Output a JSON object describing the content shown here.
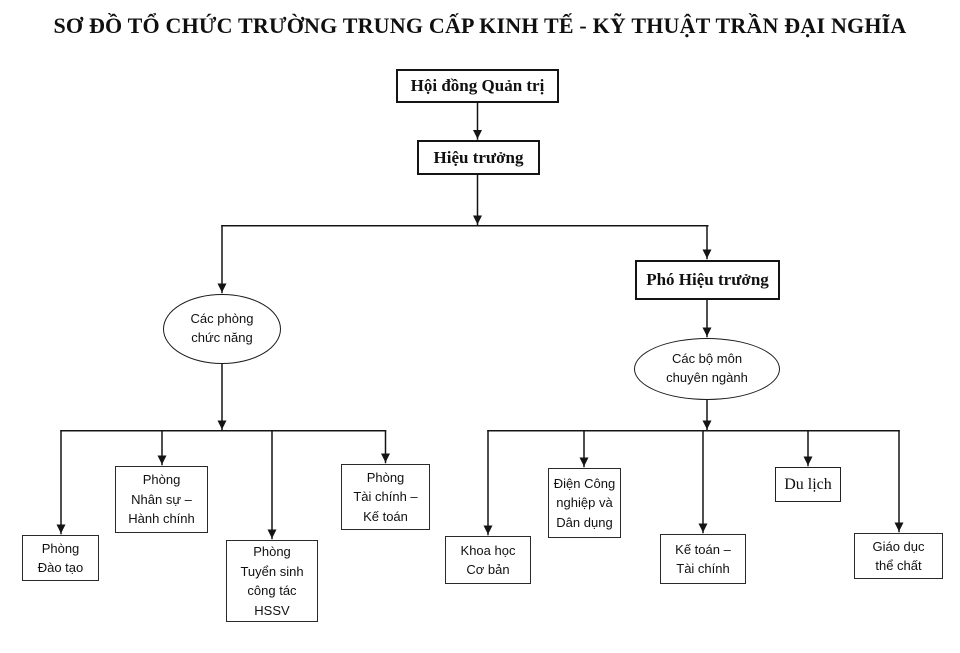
{
  "title": "SƠ ĐỒ TỔ CHỨC TRƯỜNG TRUNG CẤP KINH TẾ - KỸ THUẬT TRẦN ĐẠI NGHĨA",
  "nodes": {
    "hoi_dong_quan_tri": {
      "label": "Hội đồng Quản trị"
    },
    "hieu_truong": {
      "label": "Hiệu trưởng"
    },
    "pho_hieu_truong": {
      "label": "Phó Hiệu trưởng"
    },
    "cac_phong_chuc_nang": {
      "label": "Các phòng\nchức năng"
    },
    "cac_bo_mon_chuyen_nganh": {
      "label": "Các bộ môn\nchuyên ngành"
    },
    "phong_dao_tao": {
      "label": "Phòng\nĐào tạo"
    },
    "phong_nhan_su_hanh_chinh": {
      "label": "Phòng\nNhân sự –\nHành chính"
    },
    "phong_tuyen_sinh_hssv": {
      "label": "Phòng\nTuyển sinh\ncông tác\nHSSV"
    },
    "phong_tai_chinh_ke_toan": {
      "label": "Phòng\nTài chính –\nKế toán"
    },
    "khoa_hoc_co_ban": {
      "label": "Khoa học\nCơ bản"
    },
    "dien_cong_nghiep_dan_dung": {
      "label": "Điện Công\nnghiệp và\nDân dụng"
    },
    "ke_toan_tai_chinh": {
      "label": "Kế toán –\nTài chính"
    },
    "du_lich": {
      "label": "Du lịch"
    },
    "giao_duc_the_chat": {
      "label": "Giáo dục\nthể chất"
    }
  },
  "edges": [
    {
      "from": "hoi_dong_quan_tri",
      "to": "hieu_truong"
    },
    {
      "from": "hieu_truong",
      "to": "cac_phong_chuc_nang"
    },
    {
      "from": "hieu_truong",
      "to": "pho_hieu_truong"
    },
    {
      "from": "pho_hieu_truong",
      "to": "cac_bo_mon_chuyen_nganh"
    },
    {
      "from": "cac_phong_chuc_nang",
      "to": "phong_dao_tao"
    },
    {
      "from": "cac_phong_chuc_nang",
      "to": "phong_nhan_su_hanh_chinh"
    },
    {
      "from": "cac_phong_chuc_nang",
      "to": "phong_tuyen_sinh_hssv"
    },
    {
      "from": "cac_phong_chuc_nang",
      "to": "phong_tai_chinh_ke_toan"
    },
    {
      "from": "cac_bo_mon_chuyen_nganh",
      "to": "khoa_hoc_co_ban"
    },
    {
      "from": "cac_bo_mon_chuyen_nganh",
      "to": "dien_cong_nghiep_dan_dung"
    },
    {
      "from": "cac_bo_mon_chuyen_nganh",
      "to": "ke_toan_tai_chinh"
    },
    {
      "from": "cac_bo_mon_chuyen_nganh",
      "to": "du_lich"
    },
    {
      "from": "cac_bo_mon_chuyen_nganh",
      "to": "giao_duc_the_chat"
    }
  ],
  "colors": {
    "line": "#141414",
    "text": "#111111",
    "background": "#ffffff"
  }
}
